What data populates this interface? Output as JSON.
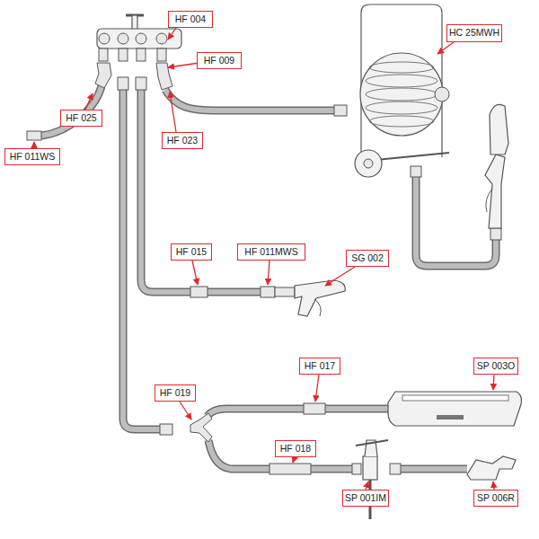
{
  "diagram": {
    "nodes": [
      {
        "text": [
          "HF 004"
        ]
      },
      {
        "text": [
          "HC 25MWH"
        ]
      },
      {
        "text": [
          "HF 009"
        ]
      },
      {
        "text": [
          "HF 025"
        ]
      },
      {
        "text": [
          "HF 023"
        ]
      },
      {
        "text": [
          "HF 011WS"
        ]
      },
      {
        "text": [
          "HF 015"
        ]
      },
      {
        "text": [
          "HF 011MWS"
        ]
      },
      {
        "text": [
          "SG 002"
        ]
      },
      {
        "text": [
          "HF 017"
        ]
      },
      {
        "text": [
          "SP 003O"
        ]
      },
      {
        "text": [
          "HF 019"
        ]
      },
      {
        "text": [
          "HF 018"
        ]
      },
      {
        "text": [
          "SP 001IM"
        ]
      },
      {
        "text": [
          "SP 006R"
        ]
      }
    ]
  }
}
